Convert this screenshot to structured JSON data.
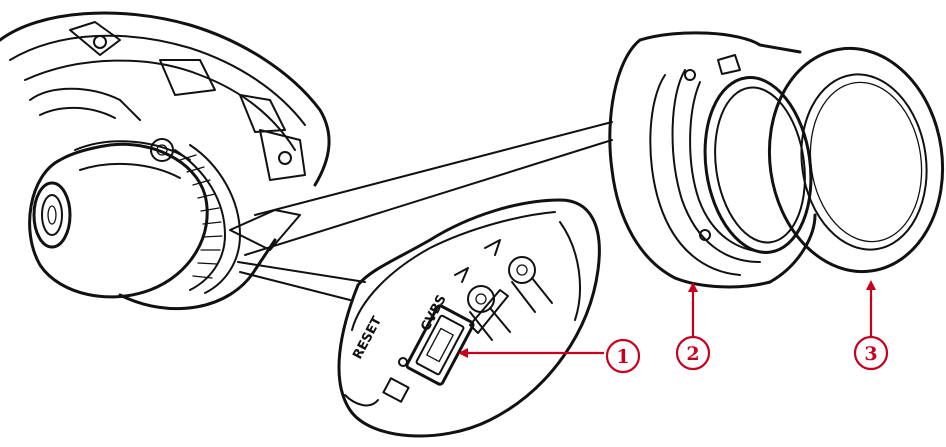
{
  "panel_labels": {
    "reset": "RESET",
    "cvbs": "CVBS"
  },
  "callouts": [
    {
      "id": "1",
      "label": "1"
    },
    {
      "id": "2",
      "label": "2"
    },
    {
      "id": "3",
      "label": "3"
    }
  ],
  "colors": {
    "callout": "#c8001e",
    "ink": "#111111",
    "background": "#ffffff"
  }
}
